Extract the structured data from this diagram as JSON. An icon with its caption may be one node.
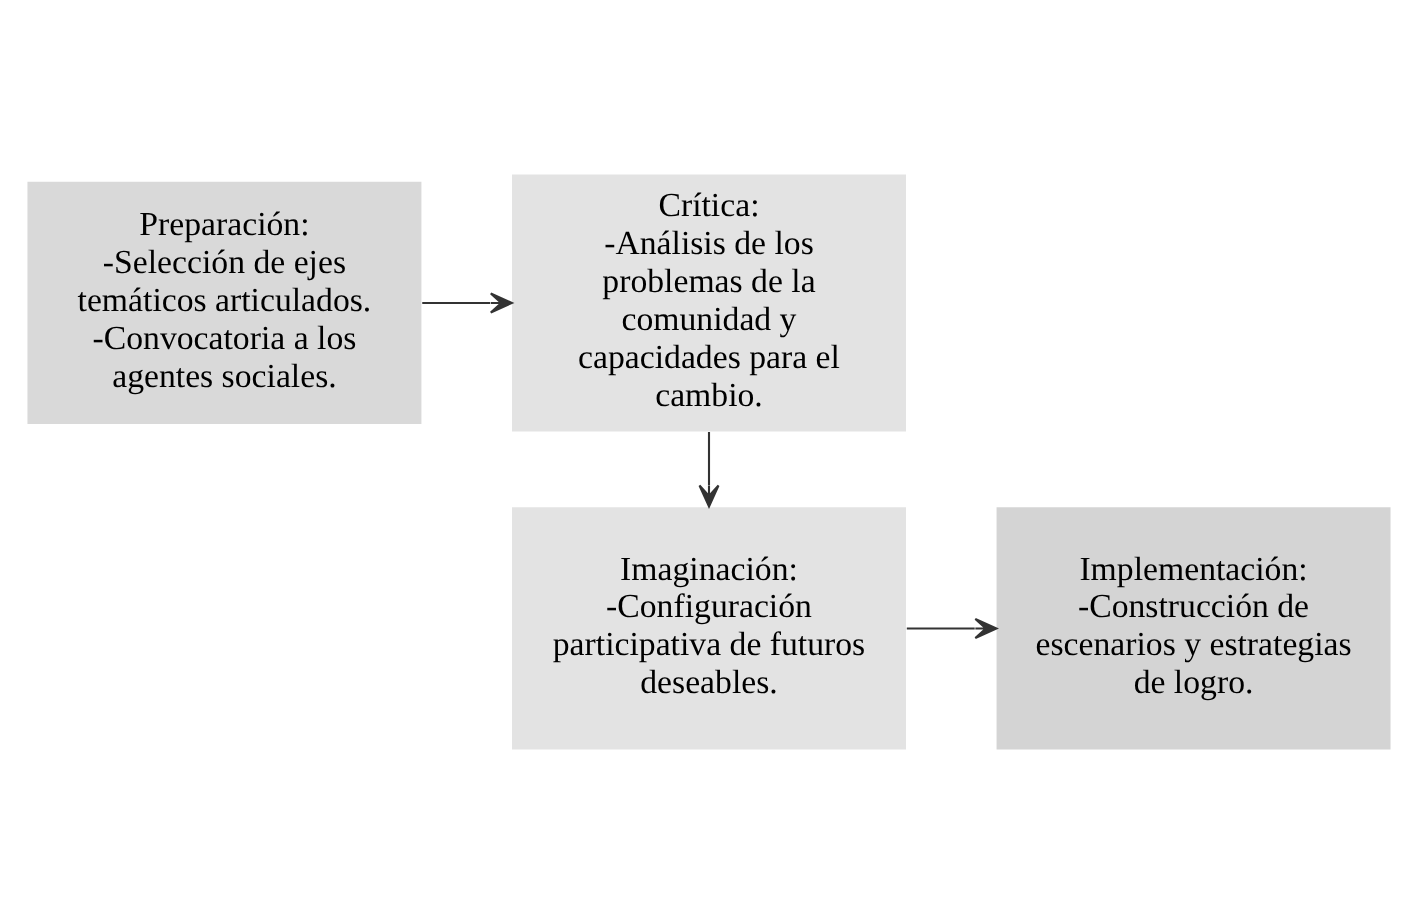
{
  "diagram": {
    "nodes": [
      {
        "text": [
          "Preparación:",
          "-Selección de ejes temáticos articulados. -Convocatoria a los agentes sociales."
        ]
      },
      {
        "text": [
          "Crítica:",
          "-Análisis de los problemas de la comunidad y capacidades para el cambio."
        ]
      },
      {
        "text": [
          "Imaginación:",
          "-Configuración participativa de futuros deseables."
        ]
      },
      {
        "text": [
          "Implementación:",
          "-Construcción de escenarios y estrategias de logro."
        ]
      }
    ],
    "edges": [
      {
        "from": 0,
        "to": 1,
        "arrow": "to"
      },
      {
        "from": 1,
        "to": 2,
        "arrow": "to"
      },
      {
        "from": 2,
        "to": 3,
        "arrow": "to"
      }
    ]
  }
}
